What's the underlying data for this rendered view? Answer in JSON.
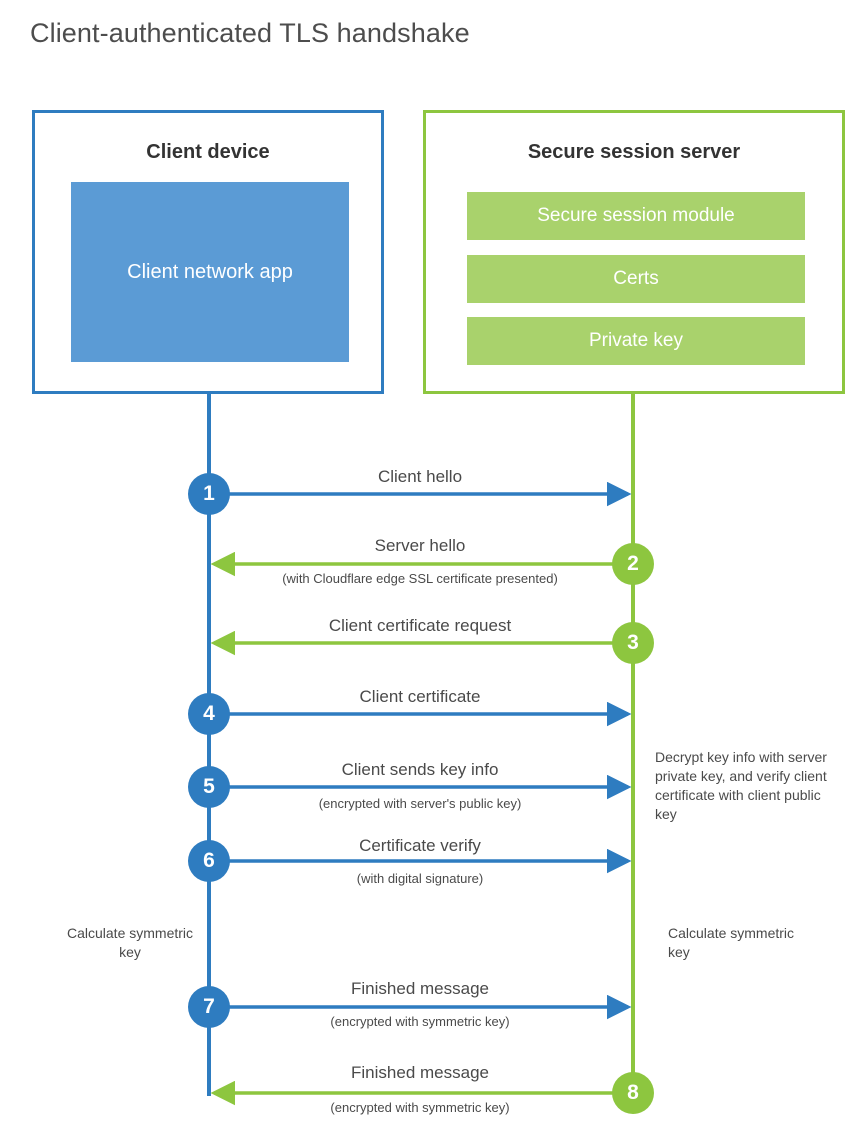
{
  "title": "Client-authenticated TLS handshake",
  "colors": {
    "client_blue": "#2e7cc0",
    "client_app_blue": "#5b9bd5",
    "server_green": "#8dc63f",
    "server_module_green": "#a9d26c",
    "text_gray": "#4a4a4a",
    "title_gray": "#4d4d4d",
    "background": "#ffffff"
  },
  "client": {
    "title": "Client device",
    "app_label": "Client network app"
  },
  "server": {
    "title": "Secure session server",
    "modules": [
      {
        "label": "Secure session module"
      },
      {
        "label": "Certs"
      },
      {
        "label": "Private key"
      }
    ]
  },
  "steps": [
    {
      "number": "1",
      "label": "Client hello",
      "sublabel": "",
      "direction": "client-to-server",
      "origin": "client"
    },
    {
      "number": "2",
      "label": "Server hello",
      "sublabel": "(with Cloudflare edge SSL certificate presented)",
      "direction": "server-to-client",
      "origin": "server"
    },
    {
      "number": "3",
      "label": "Client certificate request",
      "sublabel": "",
      "direction": "server-to-client",
      "origin": "server"
    },
    {
      "number": "4",
      "label": "Client certificate",
      "sublabel": "",
      "direction": "client-to-server",
      "origin": "client"
    },
    {
      "number": "5",
      "label": "Client sends key info",
      "sublabel": "(encrypted with server's public key)",
      "direction": "client-to-server",
      "origin": "client"
    },
    {
      "number": "6",
      "label": "Certificate verify",
      "sublabel": "(with digital signature)",
      "direction": "client-to-server",
      "origin": "client"
    },
    {
      "number": "7",
      "label": "Finished message",
      "sublabel": "(encrypted with symmetric key)",
      "direction": "client-to-server",
      "origin": "client"
    },
    {
      "number": "8",
      "label": "Finished message",
      "sublabel": "(encrypted with symmetric key)",
      "direction": "server-to-client",
      "origin": "server"
    }
  ],
  "notes": {
    "decrypt": "Decrypt key info with server private key, and verify client certificate with client public key",
    "calculate_client": "Calculate symmetric key",
    "calculate_server": "Calculate symmetric key"
  }
}
